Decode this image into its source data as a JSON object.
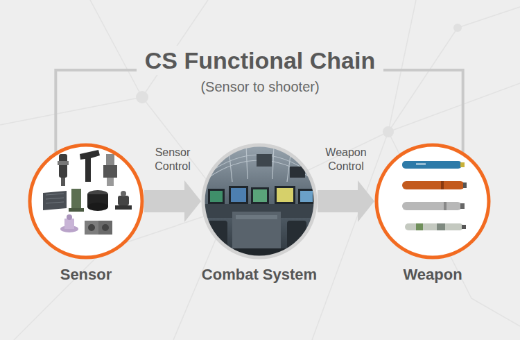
{
  "diagram": {
    "title": "CS Functional Chain",
    "nodes": [
      {
        "text": [
          "Sensor"
        ]
      },
      {
        "text": [
          "Combat System"
        ]
      },
      {
        "text": [
          "Weapon"
        ]
      }
    ],
    "edges": [
      {
        "from": 0,
        "to": 1,
        "label": "Sensor Control",
        "arrow": "to"
      },
      {
        "from": 1,
        "to": 2,
        "label": "Weapon Control",
        "arrow": "to"
      },
      {
        "from": 0,
        "to": 2,
        "arrow": "none"
      }
    ],
    "labels": [
      "(Sensor to shooter)"
    ]
  }
}
